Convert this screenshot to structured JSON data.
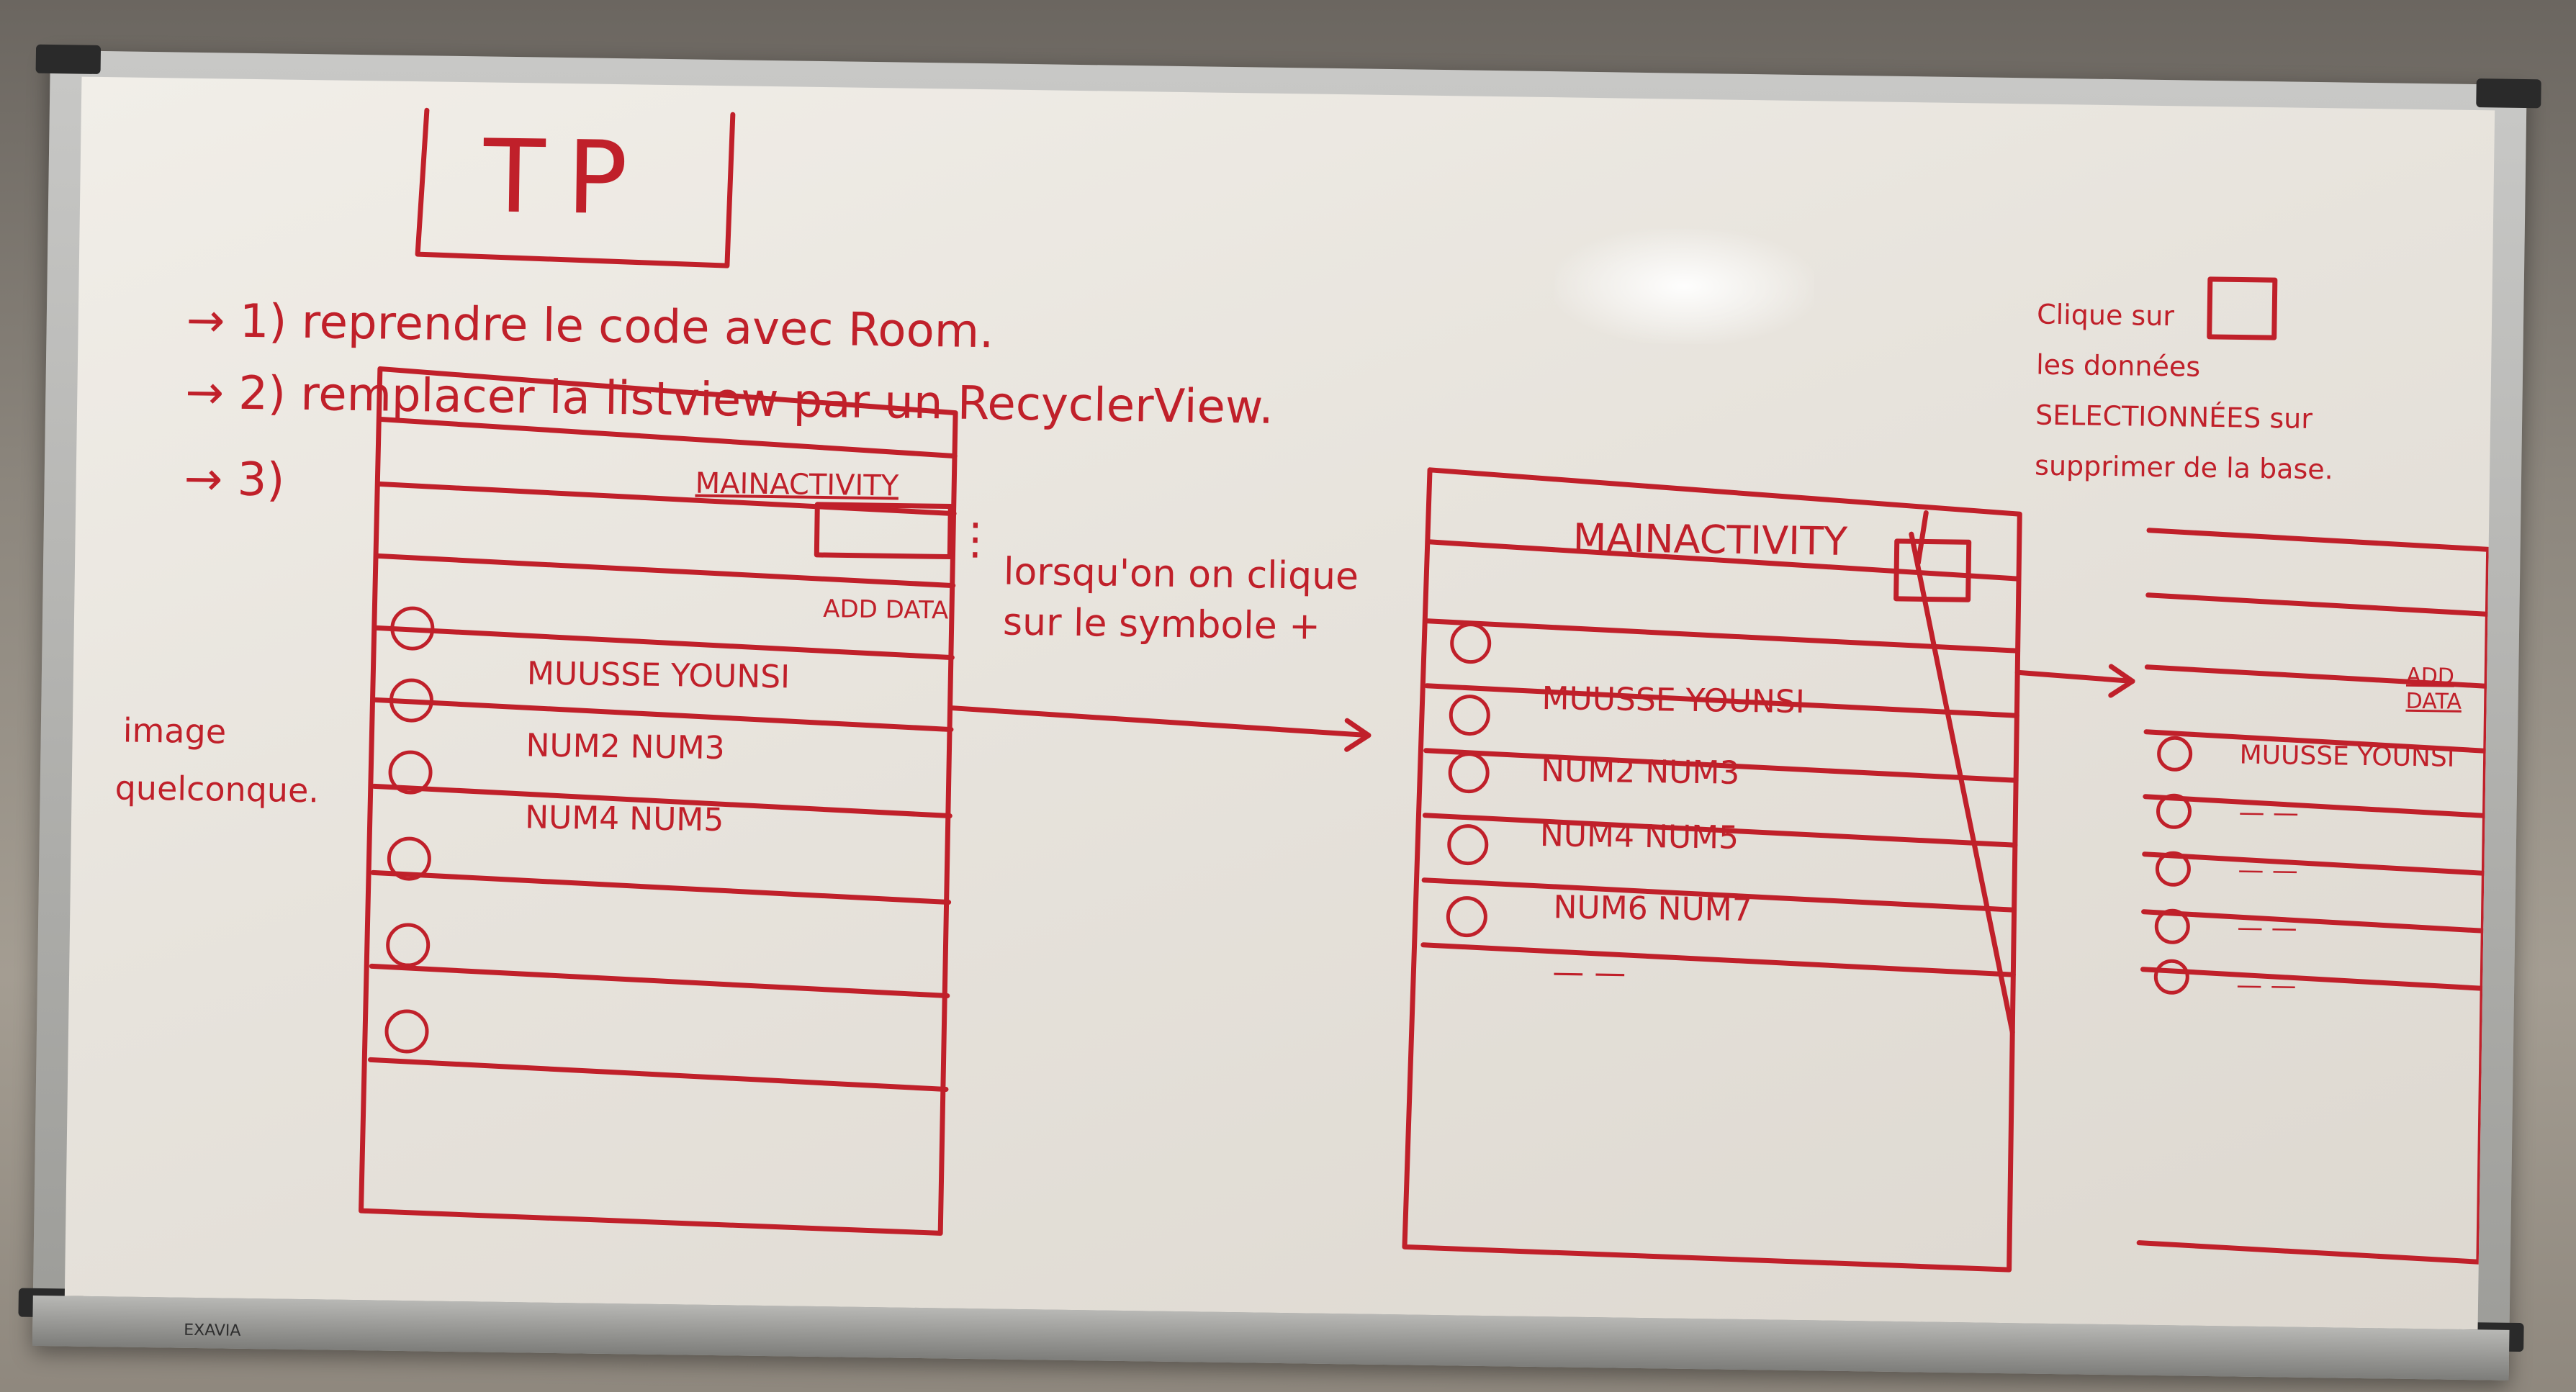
{
  "scene": {
    "ink_color": "#c0202a",
    "brand": "EXAVIA"
  },
  "header": {
    "title": "TP"
  },
  "instructions": [
    "→ 1) reprendre le code avec Room.",
    "→ 2) remplacer la listview par un RecyclerView.",
    "→ 3)"
  ],
  "screen1": {
    "title": "MAINACTIVITY",
    "menu_dots": "⋮",
    "add_button": "ADD DATA",
    "rows": [
      "MUUSSE YOUNSI",
      "NUM2 NUM3",
      "NUM4 NUM5",
      "",
      "",
      ""
    ],
    "left_note": [
      "image",
      "quelconque."
    ]
  },
  "note_between": [
    "lorsqu'on on clique",
    "sur le symbole +"
  ],
  "screen2": {
    "title": "MAINACTIVITY",
    "rows": [
      "MUUSSE YOUNSI",
      "NUM2 NUM3",
      "NUM4 NUM5",
      "NUM6 NUM7",
      "— —"
    ],
    "icon": "database-icon"
  },
  "note_top_right": [
    "Clique sur",
    "les données",
    "SELECTIONNÉES sur",
    "supprimer de la base."
  ],
  "screen3": {
    "menu_dots": "⋮",
    "add_button": "ADD DATA",
    "rows": [
      "MUUSSE YOUNSI",
      "— —",
      "— —",
      "— —",
      "— —"
    ]
  }
}
